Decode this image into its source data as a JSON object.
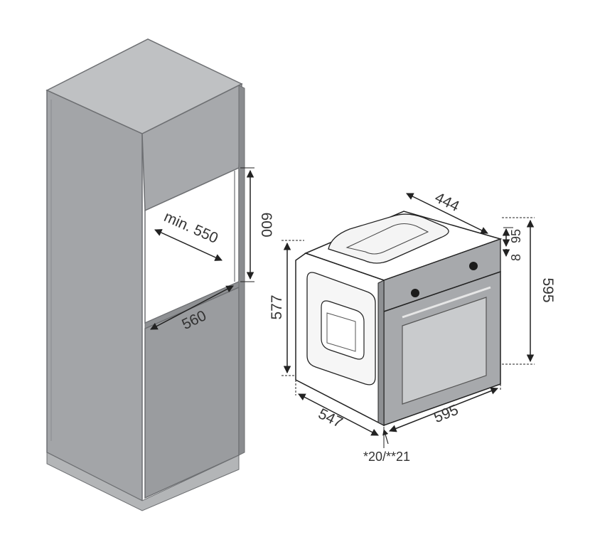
{
  "cabinet": {
    "niche_height": "600",
    "niche_depth": "min. 550",
    "niche_width": "560"
  },
  "oven": {
    "top_depth": "444",
    "panel_height": "95",
    "panel_gap": "8",
    "front_height": "595",
    "body_height": "577",
    "body_depth": "547",
    "front_width": "595",
    "door_offset": "*20/**21"
  },
  "colors": {
    "cabinet_side": "#a3a5a8",
    "cabinet_top": "#bfc1c3",
    "cabinet_front": "#9a9c9f",
    "niche_interior": "#ffffff",
    "oven_front": "#a7a9ac",
    "oven_glass": "#c9cbcd",
    "line": "#222222"
  }
}
